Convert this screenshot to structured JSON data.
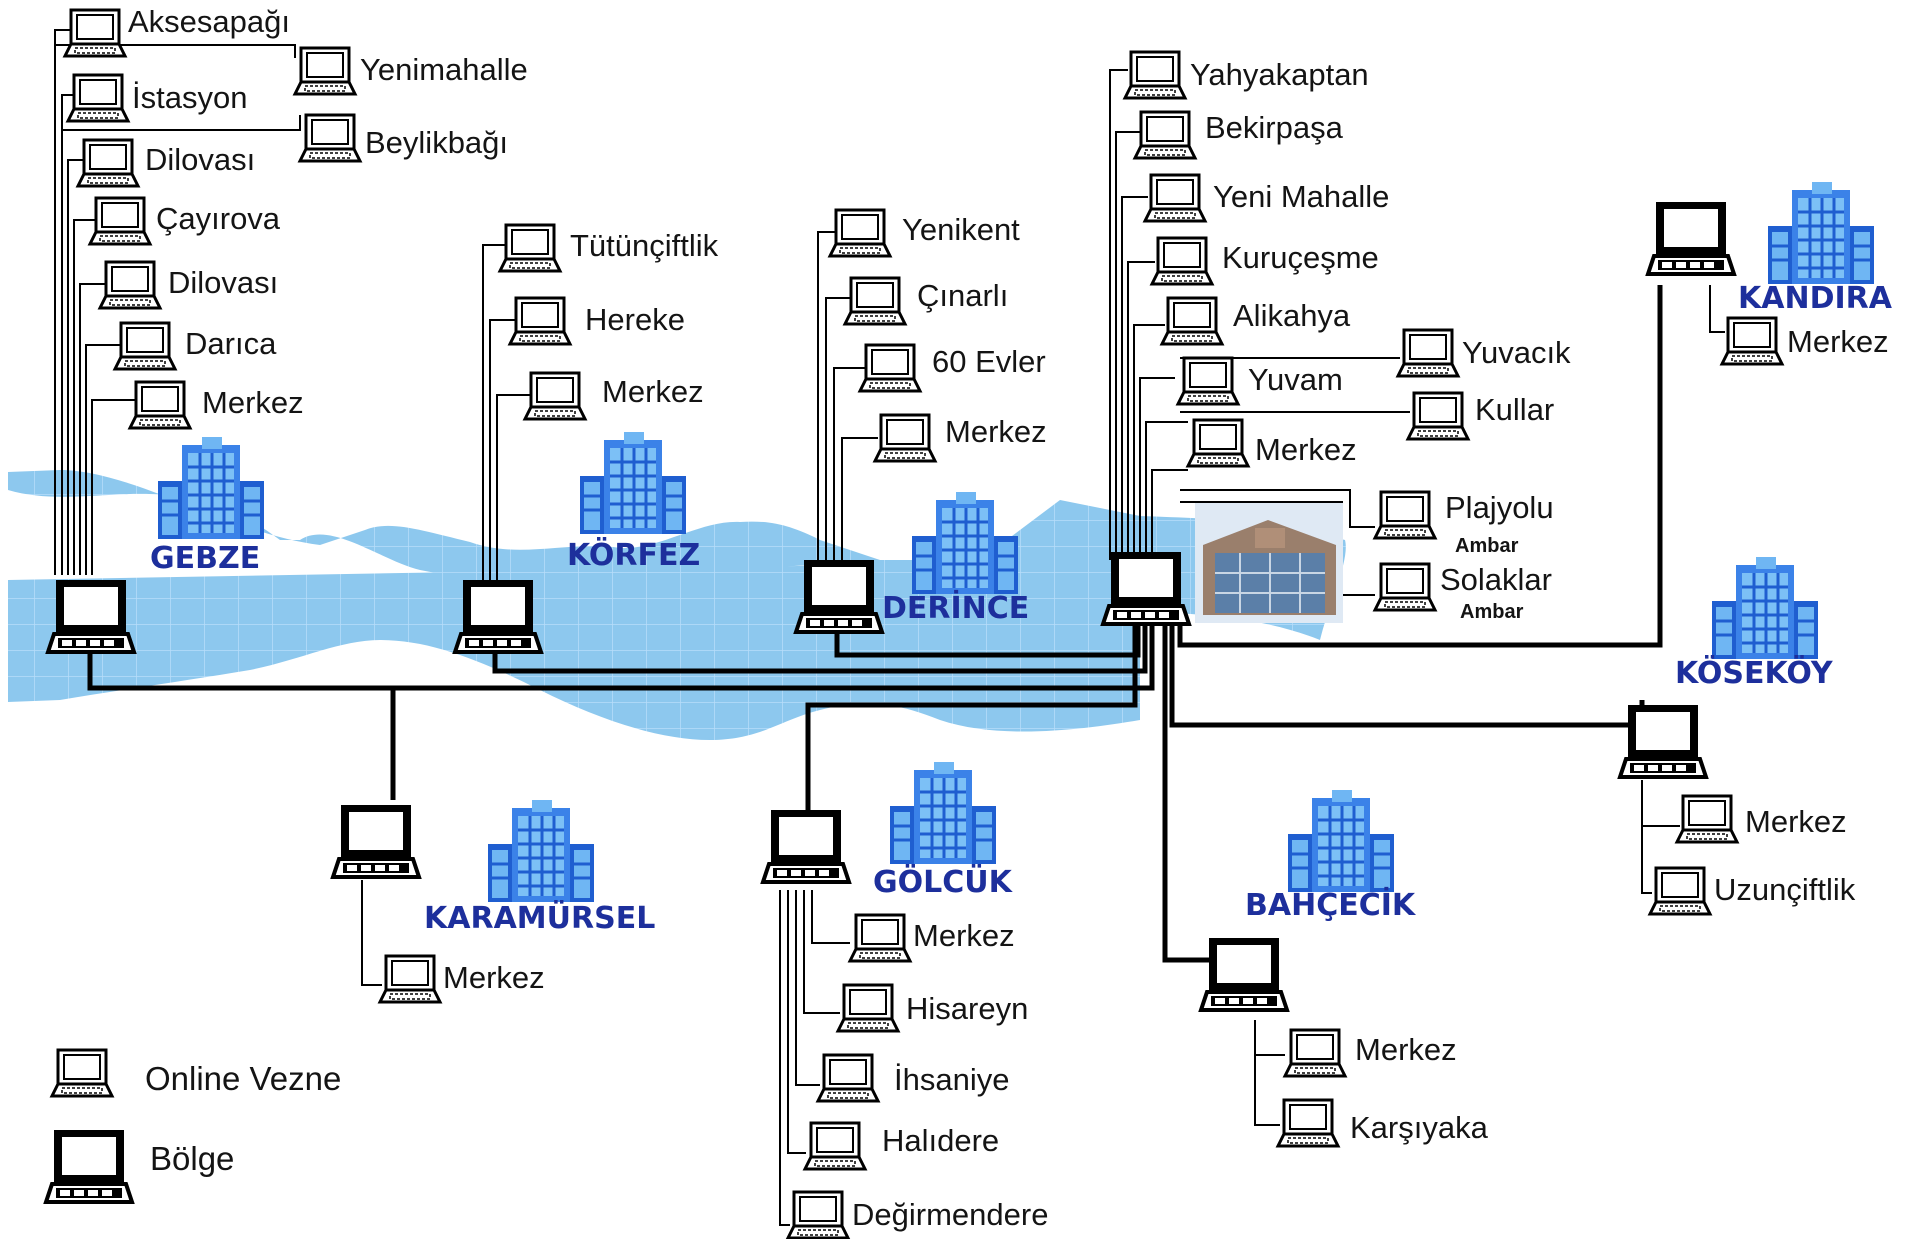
{
  "colors": {
    "sea": "#8dc8ee",
    "grid": "#b8defa",
    "building_light": "#6fb6f3",
    "building_dark": "#1f5ed0",
    "region_label": "#1d2f9c",
    "wire": "#000000"
  },
  "icons": {
    "terminal": "online-vezne-terminal-icon",
    "region_node": "bolge-computer-icon",
    "building": "office-building-icon",
    "hq": "headquarters-photo"
  },
  "regions": {
    "gebze": {
      "name": "GEBZE",
      "terminals": [
        "Aksesapağı",
        "Yenimahalle",
        "İstasyon",
        "Beylikbağı",
        "Dilovası",
        "Çayırova",
        "Dilovası",
        "Darıca",
        "Merkez"
      ]
    },
    "korfez": {
      "name": "KÖRFEZ",
      "terminals": [
        "Tütünçiftlik",
        "Hereke",
        "Merkez"
      ]
    },
    "derince": {
      "name": "DERİNCE",
      "terminals": [
        "Yenikent",
        "Çınarlı",
        "60 Evler",
        "Merkez"
      ]
    },
    "center": {
      "terminals": [
        "Yahyakaptan",
        "Bekirpaşa",
        "Yeni Mahalle",
        "Kuruçeşme",
        "Alikahya",
        "Yuvam",
        "Yuvacık",
        "Kullar",
        "Merkez",
        "Plajyolu",
        "Solaklar"
      ],
      "ambar_note": "Ambar"
    },
    "kandira": {
      "name": "KANDIRA",
      "terminals": [
        "Merkez"
      ]
    },
    "kosekoy": {
      "name": "KÖSEKÖY",
      "terminals": [
        "Merkez",
        "Uzunçiftlik"
      ]
    },
    "karamursel": {
      "name": "KARAMÜRSEL",
      "terminals": [
        "Merkez"
      ]
    },
    "golcuk": {
      "name": "GÖLCÜK",
      "terminals": [
        "Merkez",
        "Hisareyn",
        "İhsaniye",
        "Halıdere",
        "Değirmendere"
      ]
    },
    "bahcecik": {
      "name": "BAHÇECİK",
      "terminals": [
        "Merkez",
        "Karşıyaka"
      ]
    }
  },
  "legend": {
    "online_vezne": "Online Vezne",
    "bolge": "Bölge"
  }
}
